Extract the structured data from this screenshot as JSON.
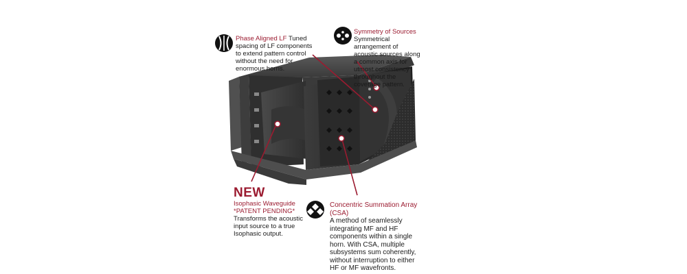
{
  "callouts": {
    "phase": {
      "title": "Phase Aligned LF",
      "body": " Tuned spacing of LF components to extend pattern control without the need for enormous horns."
    },
    "symmetry": {
      "title": "Symmetry of Sources",
      "body": "Symmetrical arrangement of acoustic sources along a common axis for utmost consistency throughout the coverage pattern."
    },
    "isophasic": {
      "badge": "NEW",
      "title": "Isophasic Waveguide *PATENT PENDING*",
      "body": "Transforms the acoustic input source to a true Isophasic output."
    },
    "csa": {
      "title": "Concentric Summation Array (CSA)",
      "body": "A method of seamlessly integrating MF and HF components within a single horn. With CSA, multiple subsystems sum coherently, without interruption to either HF or MF wavefronts."
    }
  },
  "colors": {
    "accent": "#9b1b30",
    "cabinet": "#2b2b2b",
    "icon": "#111111"
  },
  "icons": [
    "phase-aligned-icon",
    "symmetry-icon",
    "csa-icon"
  ]
}
